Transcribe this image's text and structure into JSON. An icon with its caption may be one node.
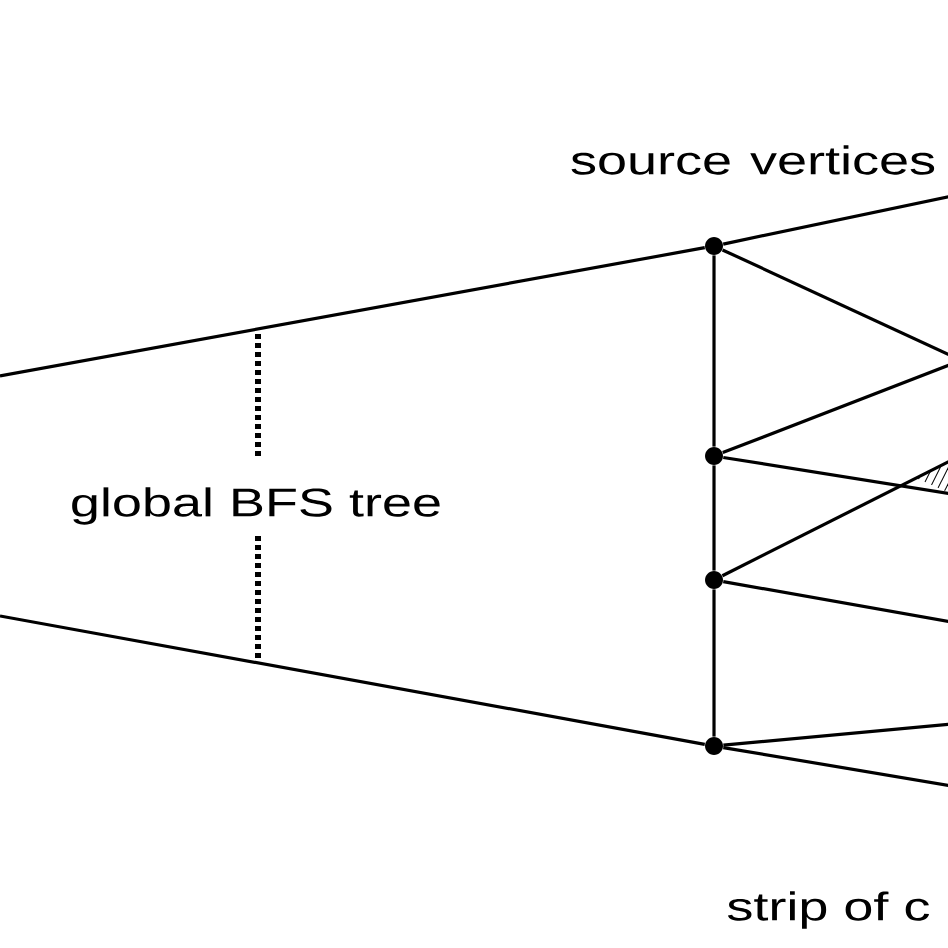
{
  "diagram": {
    "nodes": [
      {
        "text": [],
        "shape": "circle"
      },
      {
        "text": [],
        "shape": "circle"
      },
      {
        "text": [],
        "shape": "circle"
      },
      {
        "text": [],
        "shape": "circle"
      }
    ],
    "edges": [
      {
        "from": 0,
        "to": 1,
        "arrow": "none"
      },
      {
        "from": 1,
        "to": 2,
        "arrow": "none"
      },
      {
        "from": 2,
        "to": 3,
        "arrow": "none"
      },
      {
        "from": null,
        "to": 0,
        "arrow": "none"
      },
      {
        "from": null,
        "to": 3,
        "arrow": "none"
      },
      {
        "from": 0,
        "to": null,
        "arrow": "none"
      },
      {
        "from": 0,
        "to": null,
        "arrow": "none"
      },
      {
        "from": 1,
        "to": null,
        "arrow": "none"
      },
      {
        "from": 1,
        "to": null,
        "arrow": "none"
      },
      {
        "from": 2,
        "to": null,
        "arrow": "none"
      },
      {
        "from": 2,
        "to": null,
        "arrow": "none"
      },
      {
        "from": 3,
        "to": null,
        "arrow": "none"
      },
      {
        "from": 3,
        "to": null,
        "arrow": "none"
      }
    ],
    "labels": [
      "source vertices",
      "global BFS tree",
      "strip of c"
    ]
  }
}
